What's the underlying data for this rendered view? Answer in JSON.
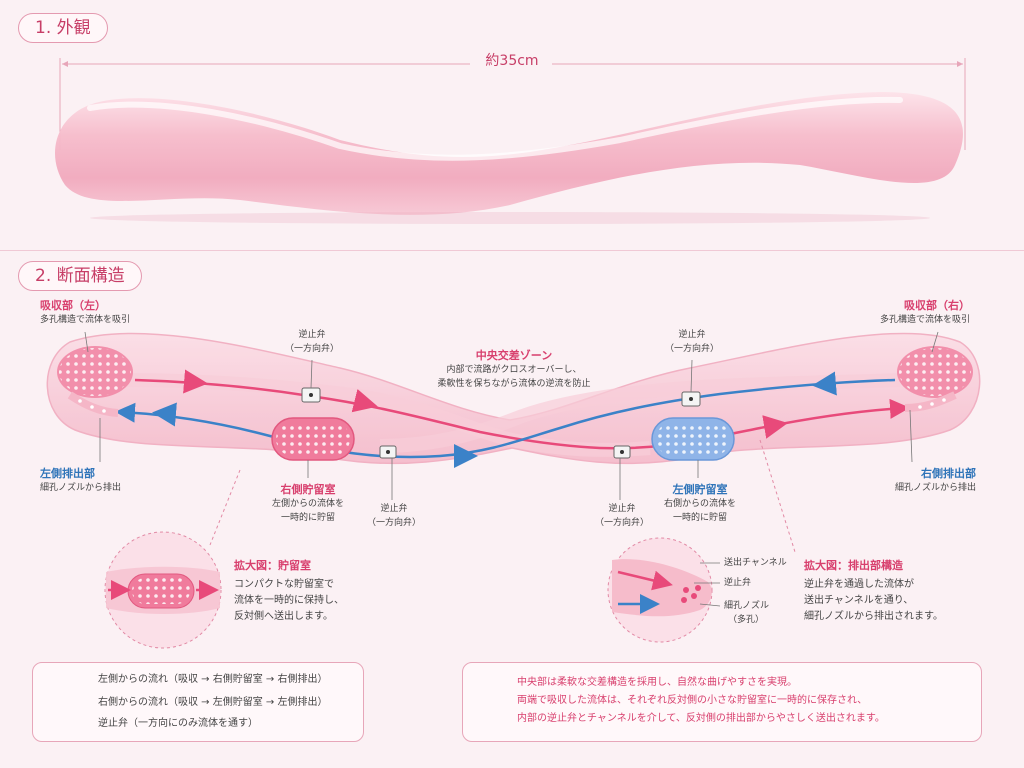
{
  "section1": {
    "label": "1. 外観",
    "dimension": "約35cm"
  },
  "section2": {
    "label": "2. 断面構造"
  },
  "left_absorb": {
    "title": "吸収部（左）",
    "desc": "多孔構造で流体を吸引"
  },
  "right_absorb": {
    "title": "吸収部（右）",
    "desc": "多孔構造で流体を吸引"
  },
  "valve_top_left": {
    "line1": "逆止弁",
    "line2": "（一方向弁）"
  },
  "valve_top_right": {
    "line1": "逆止弁",
    "line2": "（一方向弁）"
  },
  "valve_bottom_left": {
    "line1": "逆止弁",
    "line2": "（一方向弁）"
  },
  "valve_bottom_right": {
    "line1": "逆止弁",
    "line2": "（一方向弁）"
  },
  "center_zone": {
    "title": "中央交差ゾーン",
    "line1": "内部で流路がクロスオーバーし、",
    "line2": "柔軟性を保ちながら流体の逆流を防止"
  },
  "left_outlet": {
    "title": "左側排出部",
    "desc": "細孔ノズルから排出"
  },
  "right_outlet": {
    "title": "右側排出部",
    "desc": "細孔ノズルから排出"
  },
  "right_chamber": {
    "title": "右側貯留室",
    "line1": "左側からの流体を",
    "line2": "一時的に貯留"
  },
  "left_chamber": {
    "title": "左側貯留室",
    "line1": "右側からの流体を",
    "line2": "一時的に貯留"
  },
  "zoom_chamber": {
    "title": "拡大図：貯留室",
    "line1": "コンパクトな貯留室で",
    "line2": "流体を一時的に保持し、",
    "line3": "反対側へ送出します。"
  },
  "zoom_outlet": {
    "title": "拡大図：排出部構造",
    "line1": "逆止弁を通過した流体が",
    "line2": "送出チャンネルを通り、",
    "line3": "細孔ノズルから排出されます。",
    "callout1": "送出チャンネル",
    "callout2": "逆止弁",
    "callout3": "細孔ノズル",
    "callout4": "（多孔）"
  },
  "legend": {
    "pink_flow": "左側からの流れ（吸収 → 右側貯留室 → 右側排出）",
    "blue_flow": "右側からの流れ（吸収 → 左側貯留室 → 左側排出）",
    "valve": "逆止弁（一方向にのみ流体を通す）"
  },
  "note": {
    "line1": "中央部は柔軟な交差構造を採用し、自然な曲げやすさを実現。",
    "line2": "両端で吸収した流体は、それぞれ反対側の小さな貯留室に一時的に保存され、",
    "line3": "内部の逆止弁とチャンネルを介して、反対側の排出部からやさしく送出されます。"
  },
  "colors": {
    "pink_flow": "#e84a7a",
    "blue_flow": "#3b82c8",
    "accent": "#d8406e"
  }
}
